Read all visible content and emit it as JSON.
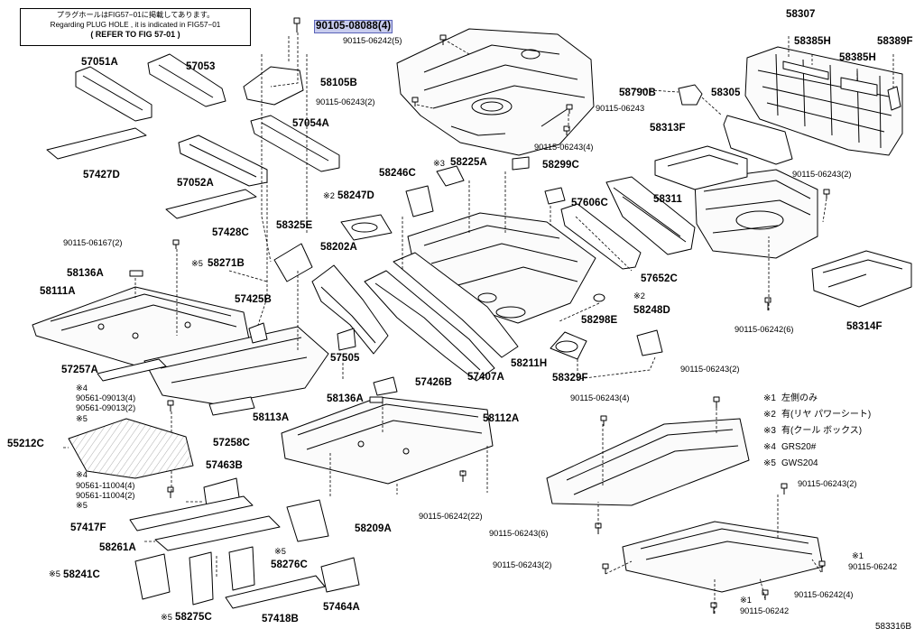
{
  "notice": {
    "line1": "プラグホールはFIG57−01に掲載してあります。",
    "line2": "Regarding PLUG HOLE , it is indicated in FIG57−01",
    "line3": "( REFER TO FIG 57-01 )"
  },
  "legend": [
    {
      "mark": "※1",
      "text": "左側のみ"
    },
    {
      "mark": "※2",
      "text": "有(リヤ パワーシート)"
    },
    {
      "mark": "※3",
      "text": "有(クール ボックス)"
    },
    {
      "mark": "※4",
      "text": "GRS20#"
    },
    {
      "mark": "※5",
      "text": "GWS204"
    }
  ],
  "diagram_id": "583316B",
  "highlight_color": "#c8ccee",
  "parts": [
    {
      "id": "p01",
      "text": "90105-08088(4)",
      "highlighted": true
    },
    {
      "id": "p02",
      "text": "90115-06242(5)"
    },
    {
      "id": "p03",
      "text": "58307"
    },
    {
      "id": "p04",
      "text": "58385H"
    },
    {
      "id": "p05",
      "text": "58389F"
    },
    {
      "id": "p06",
      "text": "58385H"
    },
    {
      "id": "p07",
      "text": "57051A"
    },
    {
      "id": "p08",
      "text": "57053"
    },
    {
      "id": "p09",
      "text": "58105B"
    },
    {
      "id": "p10",
      "text": "90115-06243(2)"
    },
    {
      "id": "p11",
      "text": "58790B"
    },
    {
      "id": "p12",
      "text": "90115-06243"
    },
    {
      "id": "p13",
      "text": "58305"
    },
    {
      "id": "p14",
      "text": "57054A"
    },
    {
      "id": "p15",
      "text": "90115-06243(4)"
    },
    {
      "id": "p16",
      "text": "58313F"
    },
    {
      "id": "p17",
      "text": "57427D"
    },
    {
      "id": "p18",
      "text": "※3"
    },
    {
      "id": "p19",
      "text": "58225A"
    },
    {
      "id": "p20",
      "text": "58299C"
    },
    {
      "id": "p21",
      "text": "58246C"
    },
    {
      "id": "p22",
      "text": "57052A"
    },
    {
      "id": "p23",
      "text": "90115-06243(2)"
    },
    {
      "id": "p24",
      "text": "※2"
    },
    {
      "id": "p25",
      "text": "58247D"
    },
    {
      "id": "p26",
      "text": "57606C"
    },
    {
      "id": "p27",
      "text": "58311"
    },
    {
      "id": "p28",
      "text": "58325E"
    },
    {
      "id": "p29",
      "text": "57428C"
    },
    {
      "id": "p30",
      "text": "90115-06167(2)"
    },
    {
      "id": "p31",
      "text": "58202A"
    },
    {
      "id": "p32",
      "text": "※5"
    },
    {
      "id": "p33",
      "text": "58271B"
    },
    {
      "id": "p34",
      "text": "58136A"
    },
    {
      "id": "p35",
      "text": "57652C"
    },
    {
      "id": "p36",
      "text": "58111A"
    },
    {
      "id": "p37",
      "text": "57425B"
    },
    {
      "id": "p38",
      "text": "※2"
    },
    {
      "id": "p39",
      "text": "58248D"
    },
    {
      "id": "p40",
      "text": "58298E"
    },
    {
      "id": "p41",
      "text": "90115-06242(6)"
    },
    {
      "id": "p42",
      "text": "58314F"
    },
    {
      "id": "p43",
      "text": "57257A"
    },
    {
      "id": "p44",
      "text": "57505"
    },
    {
      "id": "p45",
      "text": "57407A"
    },
    {
      "id": "p46",
      "text": "58211H"
    },
    {
      "id": "p47",
      "text": "58329F"
    },
    {
      "id": "p48",
      "text": "90115-06243(2)"
    },
    {
      "id": "p49",
      "text": "※4"
    },
    {
      "id": "p50",
      "text": "90561-09013(4)"
    },
    {
      "id": "p51",
      "text": "90561-09013(2)"
    },
    {
      "id": "p52",
      "text": "※5"
    },
    {
      "id": "p53",
      "text": "57426B"
    },
    {
      "id": "p54",
      "text": "58136A"
    },
    {
      "id": "p55",
      "text": "58113A"
    },
    {
      "id": "p56",
      "text": "58112A"
    },
    {
      "id": "p57",
      "text": "90115-06243(4)"
    },
    {
      "id": "p58",
      "text": "55212C"
    },
    {
      "id": "p59",
      "text": "57258C"
    },
    {
      "id": "p60",
      "text": "57463B"
    },
    {
      "id": "p61",
      "text": "※4"
    },
    {
      "id": "p62",
      "text": "90561-11004(4)"
    },
    {
      "id": "p63",
      "text": "90561-11004(2)"
    },
    {
      "id": "p64",
      "text": "※5"
    },
    {
      "id": "p65",
      "text": "90115-06242(22)"
    },
    {
      "id": "p66",
      "text": "90115-06243(2)"
    },
    {
      "id": "p67",
      "text": "57417F"
    },
    {
      "id": "p68",
      "text": "58209A"
    },
    {
      "id": "p69",
      "text": "90115-06243(6)"
    },
    {
      "id": "p70",
      "text": "58261A"
    },
    {
      "id": "p71",
      "text": "※5"
    },
    {
      "id": "p72",
      "text": "58276C"
    },
    {
      "id": "p73",
      "text": "※5"
    },
    {
      "id": "p74",
      "text": "58241C"
    },
    {
      "id": "p75",
      "text": "90115-06243(2)"
    },
    {
      "id": "p76",
      "text": "※1"
    },
    {
      "id": "p77",
      "text": "90115-06242"
    },
    {
      "id": "p78",
      "text": "90115-06242(4)"
    },
    {
      "id": "p79",
      "text": "※1"
    },
    {
      "id": "p80",
      "text": "90115-06242"
    },
    {
      "id": "p81",
      "text": "※5"
    },
    {
      "id": "p82",
      "text": "58275C"
    },
    {
      "id": "p83",
      "text": "57418B"
    },
    {
      "id": "p84",
      "text": "57464A"
    }
  ]
}
